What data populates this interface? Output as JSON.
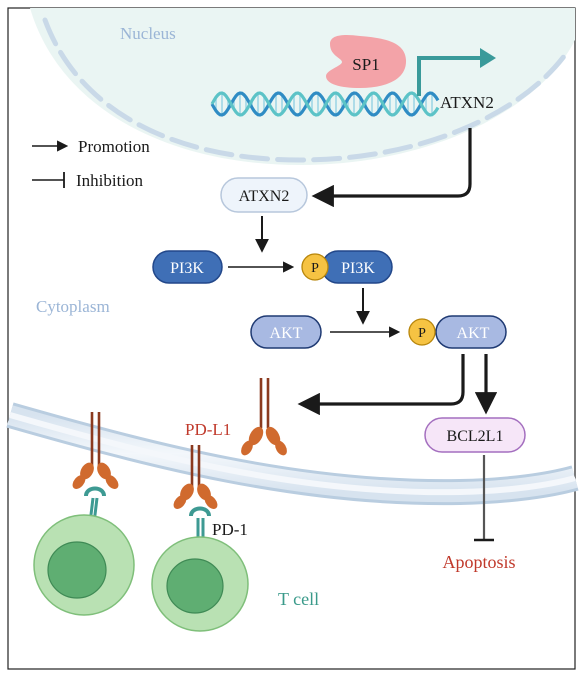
{
  "labels": {
    "nucleus": "Nucleus",
    "cytoplasm": "Cytoplasm",
    "sp1": "SP1",
    "gene": "ATXN2",
    "atxn2_protein": "ATXN2",
    "pi3k": "PI3K",
    "pi3k_phos": "PI3K",
    "akt": "AKT",
    "akt_phos": "AKT",
    "phospho": "P",
    "bcl2l1": "BCL2L1",
    "apoptosis": "Apoptosis",
    "pdl1": "PD-L1",
    "pd1": "PD-1",
    "tcell": "T cell"
  },
  "legend": {
    "promotion": "Promotion",
    "inhibition": "Inhibition"
  },
  "colors": {
    "nucleus_fill": "#eaf5f3",
    "membrane": "#c9d9e8",
    "sp1": "#f3a3a8",
    "dna_blue": "#2f8cc4",
    "dna_teal": "#5cc3c7",
    "transcription_arrow": "#3a9a9a",
    "pi3k": "#3f6fb6",
    "akt": "#a8b9e2",
    "phospho": "#f6c343",
    "bcl2l1": "#f6e6f8",
    "apoptosis": "#c0392b",
    "pdl1": "#d06a2e",
    "pd1": "#3e9a93",
    "tcell_outer": "#b9e1b3",
    "tcell_inner": "#5fae72",
    "nucleus_label": "#9bb5d6",
    "cytoplasm_label": "#9bb5d6",
    "tcell_label": "#3a9a8a"
  }
}
